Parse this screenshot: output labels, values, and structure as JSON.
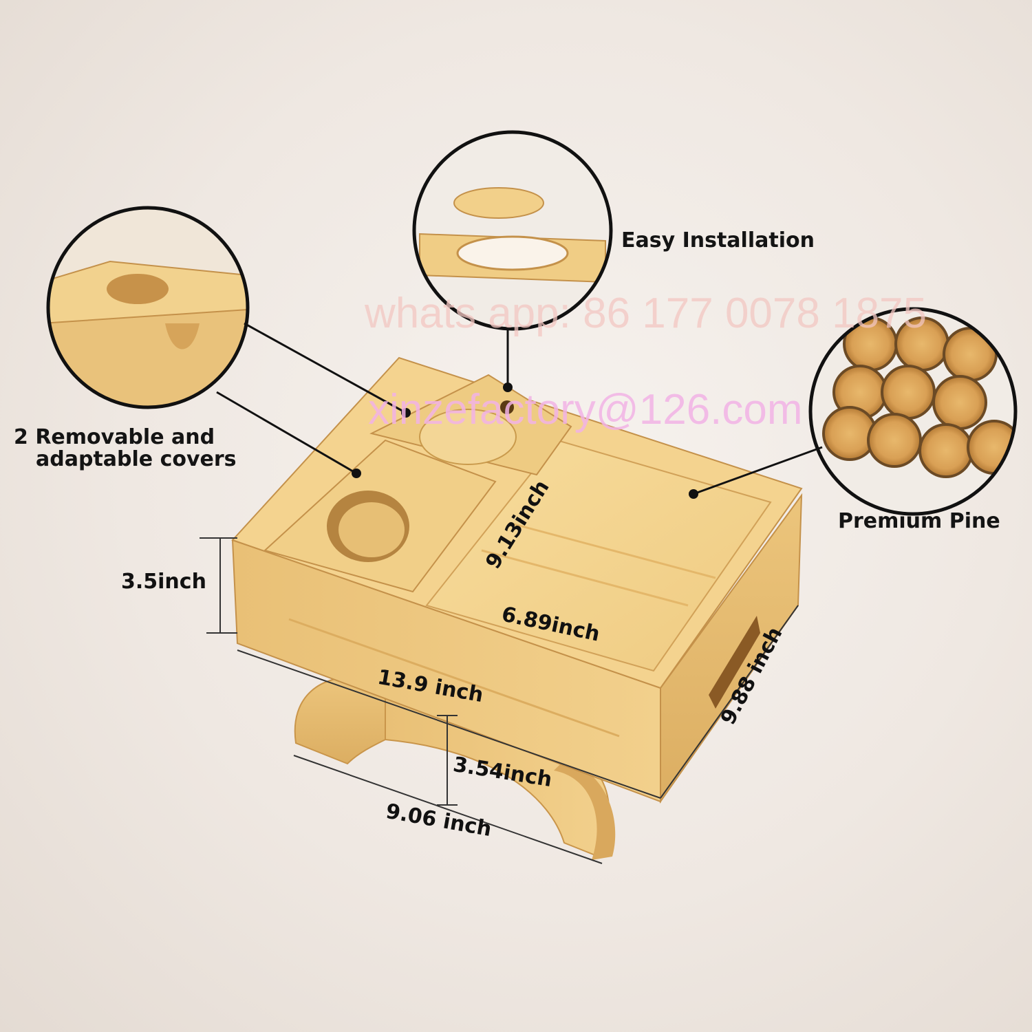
{
  "features": {
    "easy_installation": "Easy Installation",
    "removable_covers_line1": "2 Removable and",
    "removable_covers_line2": "adaptable covers",
    "premium_pine": "Premium Pine"
  },
  "dimensions": {
    "height_box": "3.5inch",
    "inner_length": "9.13inch",
    "inner_width": "6.89inch",
    "length": "13.9 inch",
    "depth": "9.88 inch",
    "clip_height": "3.54inch",
    "clip_width": "9.06 inch"
  },
  "watermarks": {
    "whatsapp": "whats app: 86 177 0078 1875",
    "email": "xinzefactory@126.com"
  },
  "colors": {
    "wood_light": "#f3d592",
    "wood_mid": "#e8c277",
    "wood_dark": "#c99a4c",
    "text": "#141414",
    "watermark_pink": "#f3c7c2",
    "watermark_magenta": "#f2b3e6"
  }
}
